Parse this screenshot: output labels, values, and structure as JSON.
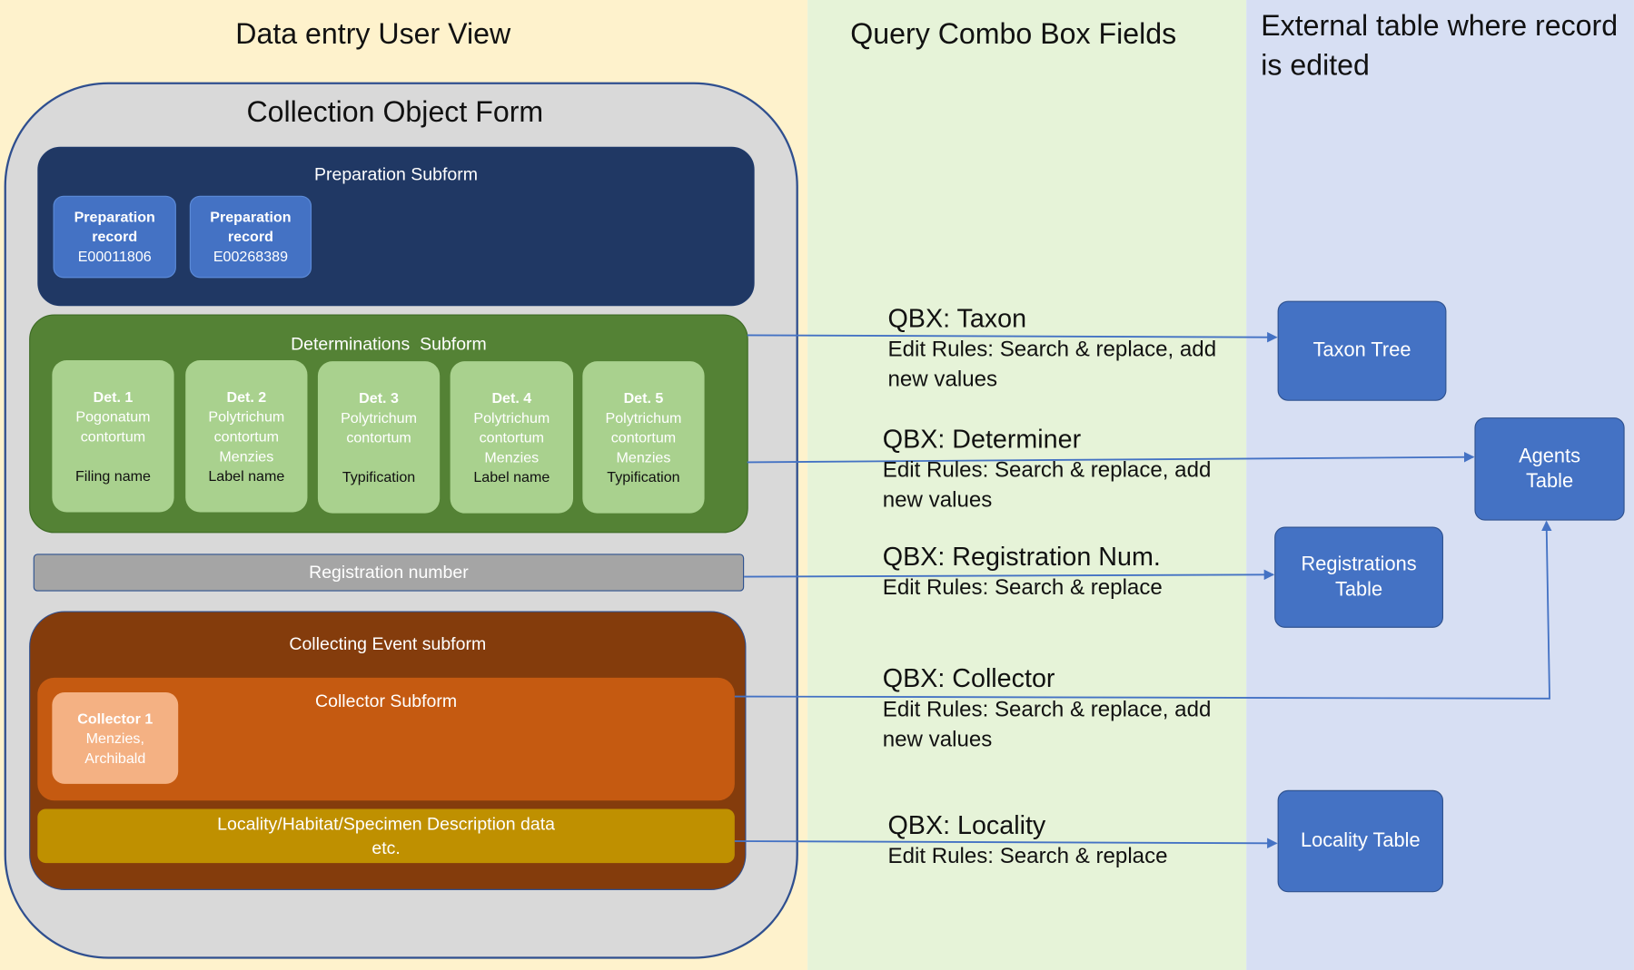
{
  "columns": {
    "user_view": "Data entry User View",
    "qbx_fields": "Query Combo Box Fields",
    "external": "External table where record is edited"
  },
  "form": {
    "title": "Collection Object Form",
    "preparation": {
      "title": "Preparation Subform",
      "records": [
        {
          "label": "Preparation record",
          "id": "E00011806"
        },
        {
          "label": "Preparation record",
          "id": "E00268389"
        }
      ]
    },
    "determinations": {
      "title": "Determinations  Subform",
      "dets": [
        {
          "label": "Det. 1",
          "taxon": "Pogonatum contortum",
          "kind": "Filing name"
        },
        {
          "label": "Det. 2",
          "taxon": "Polytrichum contortum Menzies",
          "kind": "Label name"
        },
        {
          "label": "Det. 3",
          "taxon": "Polytrichum contortum",
          "kind": "Typification"
        },
        {
          "label": "Det. 4",
          "taxon": "Polytrichum contortum Menzies",
          "kind": "Label name"
        },
        {
          "label": "Det. 5",
          "taxon": "Polytrichum contortum Menzies",
          "kind": "Typification"
        }
      ]
    },
    "registration": "Registration number",
    "collecting_event": {
      "title": "Collecting Event subform",
      "collector_subform": "Collector Subform",
      "collector": {
        "label": "Collector 1",
        "name": "Menzies, Archibald"
      },
      "locality_line1": "Locality/Habitat/Specimen Description data",
      "locality_line2": "etc."
    }
  },
  "qbx": [
    {
      "field": "QBX: Taxon",
      "rules_line1": "Edit Rules: Search & replace, add",
      "rules_line2": "new values"
    },
    {
      "field": "QBX: Determiner",
      "rules_line1": "Edit Rules: Search & replace, add",
      "rules_line2": "new values"
    },
    {
      "field": "QBX: Registration Num.",
      "rules_line1": "Edit Rules: Search & replace",
      "rules_line2": ""
    },
    {
      "field": "QBX: Collector",
      "rules_line1": "Edit Rules: Search & replace, add",
      "rules_line2": "new values"
    },
    {
      "field": "QBX: Locality",
      "rules_line1": "Edit Rules: Search & replace",
      "rules_line2": ""
    }
  ],
  "tables": {
    "taxon": "Taxon Tree",
    "agents_line1": "Agents",
    "agents_line2": "Table",
    "registrations_line1": "Registrations",
    "registrations_line2": "Table",
    "locality": "Locality Table"
  },
  "colors": {
    "col1_bg": "#fef2cc",
    "col2_bg": "#e6f3d8",
    "col3_bg": "#d7dff3",
    "form_bg": "#d9d9d9",
    "form_border": "#2f4f8f",
    "preparation_bg": "#203864",
    "prep_record": "#4472c4",
    "determinations_bg": "#548235",
    "det_card": "#a9d18e",
    "registration_bg": "#a5a5a5",
    "collecting_event_bg": "#843c0c",
    "collector_subform_bg": "#c55a11",
    "collector_card": "#f4b183",
    "locality_bg": "#bf9000",
    "table_box": "#4472c4",
    "arrow": "#4472c4"
  }
}
